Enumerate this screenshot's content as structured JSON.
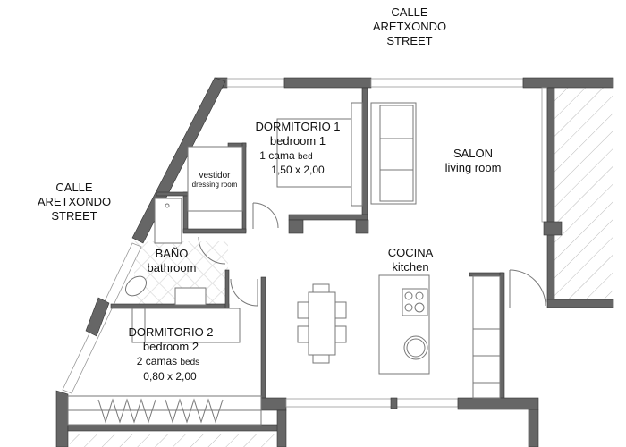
{
  "street_top": {
    "line1": "CALLE",
    "line2": "ARETXONDO",
    "line3": "STREET"
  },
  "street_left": {
    "line1": "CALLE",
    "line2": "ARETXONDO",
    "line3": "STREET"
  },
  "rooms": {
    "dormitorio1": {
      "name": "DORMITORIO 1",
      "en": "bedroom 1",
      "beds": "1 cama",
      "beds_en": "bed",
      "size": "1,50 x 2,00"
    },
    "vestidor": {
      "name": "vestidor",
      "en": "dressing room"
    },
    "salon": {
      "name": "SALON",
      "en": "living room"
    },
    "bano": {
      "name": "BAÑO",
      "en": "bathroom"
    },
    "cocina": {
      "name": "COCINA",
      "en": "kitchen"
    },
    "dormitorio2": {
      "name": "DORMITORIO 2",
      "en": "bedroom 2",
      "beds": "2 camas",
      "beds_en": "beds",
      "size": "0,80 x 2,00"
    }
  },
  "colors": {
    "wall": "#666666",
    "line": "#777777",
    "background": "#ffffff"
  }
}
